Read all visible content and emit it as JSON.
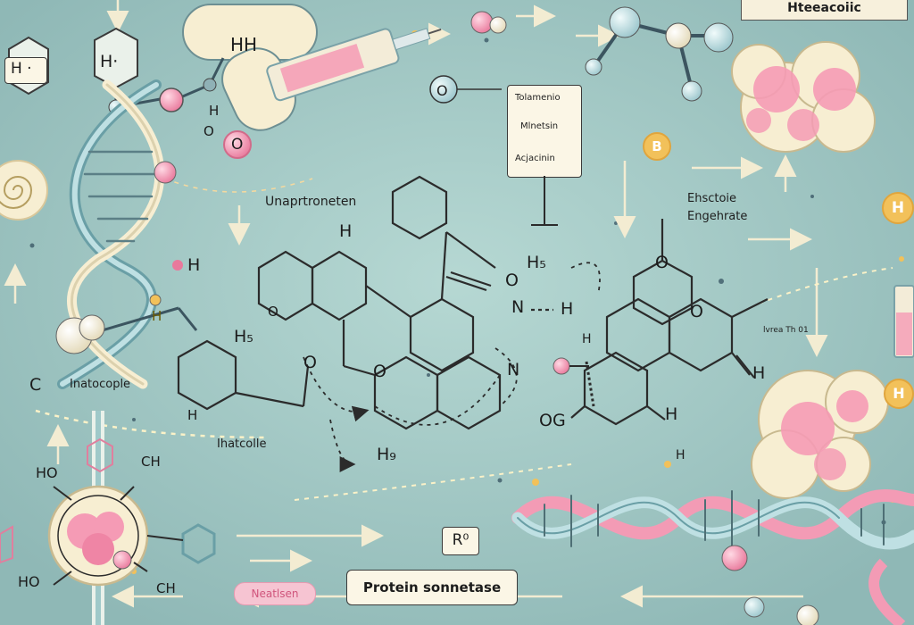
{
  "banner": {
    "text": "Hteeacoiic"
  },
  "info_box": {
    "items": [
      "Tolamenio",
      "Mlnetsin",
      "Acjacinin"
    ]
  },
  "labels": {
    "unaprtroneten": "Unaprtroneten",
    "ehsctoie": "Ehsctoie",
    "engehrate": "Engehrate",
    "inatocople": "Inatocople",
    "ihatcolle": "Ihatcolle",
    "small_note": "lvrea Th 01"
  },
  "atoms": {
    "h_top_left": "H ·",
    "h_left_edge": "H·",
    "h_second_box": "H·",
    "hh_capsule": "HH",
    "h_upper_pink": "H",
    "o_upper_pink": "O",
    "o_sphere": "O",
    "h_center_top": "H",
    "h_dna": "H",
    "h5_left": "H₅",
    "h5_right": "H₅",
    "o_center_ring": "O",
    "o_center_lower": "O",
    "o_right": "O",
    "n_right": "N",
    "h_n_right": "H",
    "n_lower": "N",
    "o_ring_bottom": "O",
    "h9_bottom": "H₉",
    "o_right_top": "O",
    "o_right_ring": "O",
    "h_right_ring": "H",
    "og": "OG",
    "h_right_bottom": "H",
    "h_far_right": "H",
    "c_left": "C",
    "ho_left_a": "HO",
    "ch_left_a": "CH",
    "ho_left_b": "HO",
    "ch_left_b": "CH",
    "h_box_left": "H",
    "h_box_left2": "H",
    "h_bottom_small": "H",
    "r_box": "R⁰"
  },
  "badges": {
    "left_top": "H",
    "left_bottom": "H",
    "center_b": "B"
  },
  "bottom": {
    "pill": "Neatlsen",
    "protein_box": "Protein sonnetase"
  },
  "colors": {
    "background": "#9cc4c0",
    "pink": "#f39bb5",
    "cream": "#f7eed2",
    "teal_dark": "#6a9fa6",
    "line": "#2b2b2b",
    "accent_yellow": "#f2c15a"
  }
}
